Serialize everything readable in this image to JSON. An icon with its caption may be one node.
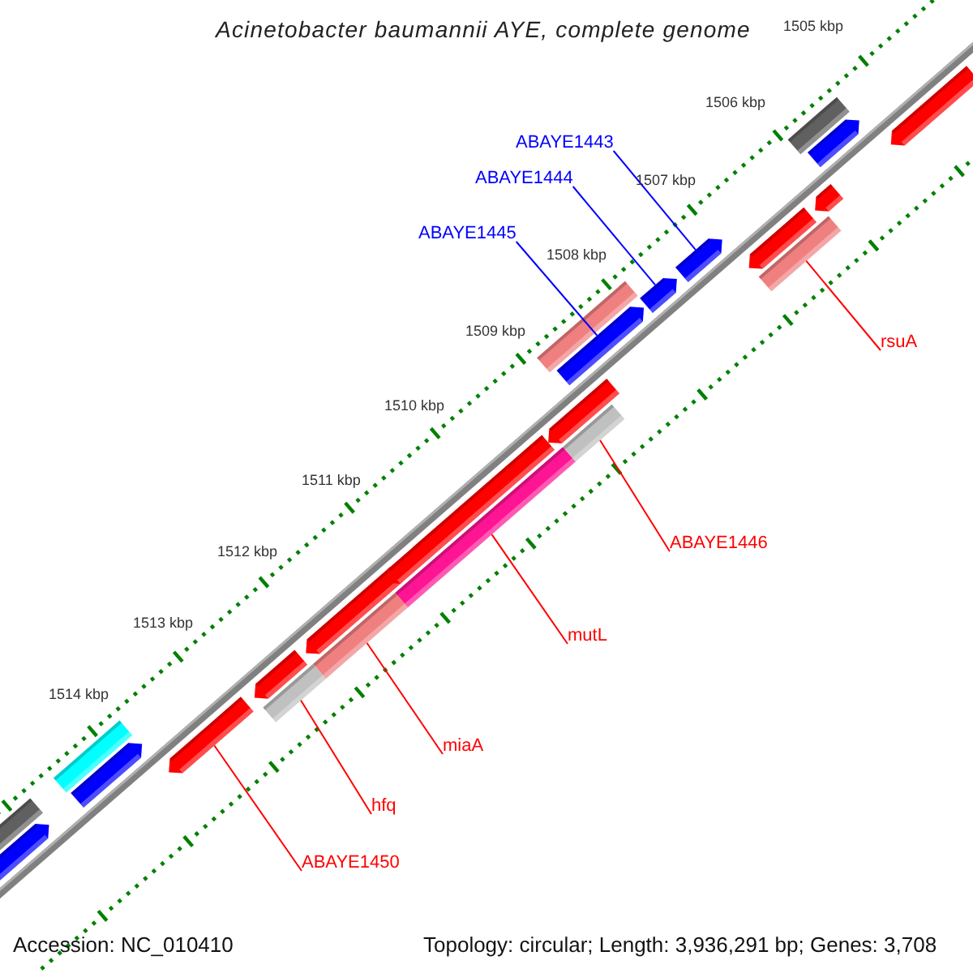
{
  "diagram": {
    "title": "Acinetobacter baumannii AYE, complete genome",
    "nodes": [
      {
        "text": [
          "ABAYE1443"
        ]
      },
      {
        "text": [
          "ABAYE1444"
        ]
      },
      {
        "text": [
          "ABAYE1445"
        ]
      },
      {
        "text": [
          "rsuA"
        ]
      },
      {
        "text": [
          "ABAYE1446"
        ]
      },
      {
        "text": [
          "mutL"
        ]
      },
      {
        "text": [
          "miaA"
        ]
      },
      {
        "text": [
          "hfq"
        ]
      },
      {
        "text": [
          "ABAYE1450"
        ]
      },
      {
        "text": [],
        "shape": "arrow"
      },
      {
        "text": [],
        "shape": "bar"
      },
      {
        "text": [],
        "shape": "bar"
      },
      {
        "text": [],
        "shape": "arrow"
      },
      {
        "text": [],
        "shape": "arrow"
      },
      {
        "text": [],
        "shape": "arrow"
      },
      {
        "text": [],
        "shape": "bar"
      },
      {
        "text": [],
        "shape": "bar"
      },
      {
        "text": [],
        "shape": "arrow"
      },
      {
        "text": [],
        "shape": "arrow"
      },
      {
        "text": [],
        "shape": "bar"
      },
      {
        "text": [],
        "shape": "arrow"
      },
      {
        "text": [],
        "shape": "bar"
      },
      {
        "text": [],
        "shape": "bar"
      },
      {
        "text": [],
        "shape": "arrow"
      },
      {
        "text": [],
        "shape": "arrow"
      },
      {
        "text": [],
        "shape": "arrow"
      },
      {
        "text": [],
        "shape": "arrow"
      },
      {
        "text": [],
        "shape": "bar"
      },
      {
        "text": [],
        "shape": "arrow"
      },
      {
        "text": [],
        "shape": "bar"
      },
      {
        "text": [],
        "shape": "arrow"
      },
      {
        "text": [],
        "shape": "arrow"
      }
    ],
    "edges": [
      {
        "from": 0,
        "to": 25,
        "arrow": "none",
        "color": "#0000ff"
      },
      {
        "from": 1,
        "to": 24,
        "arrow": "none",
        "color": "#0000ff"
      },
      {
        "from": 2,
        "to": 23,
        "arrow": "none",
        "color": "#0000ff"
      },
      {
        "from": 3,
        "to": 27,
        "arrow": "none"
      },
      {
        "from": 4,
        "to": 21,
        "arrow": "none"
      },
      {
        "from": 5,
        "to": 19,
        "arrow": "none"
      },
      {
        "from": 6,
        "to": 16,
        "arrow": "none"
      },
      {
        "from": 7,
        "to": 15,
        "arrow": "none"
      },
      {
        "from": 8,
        "to": 13,
        "arrow": "none"
      }
    ],
    "labels": [
      "1505 kbp",
      "1506 kbp",
      "1507 kbp",
      "1508 kbp",
      "1509 kbp",
      "1510 kbp",
      "1511 kbp",
      "1512 kbp",
      "1513 kbp",
      "1514 kbp",
      "Accession: NC_010410",
      "Topology: circular; Length: 3,936,291 bp; Genes: 3,708"
    ]
  }
}
